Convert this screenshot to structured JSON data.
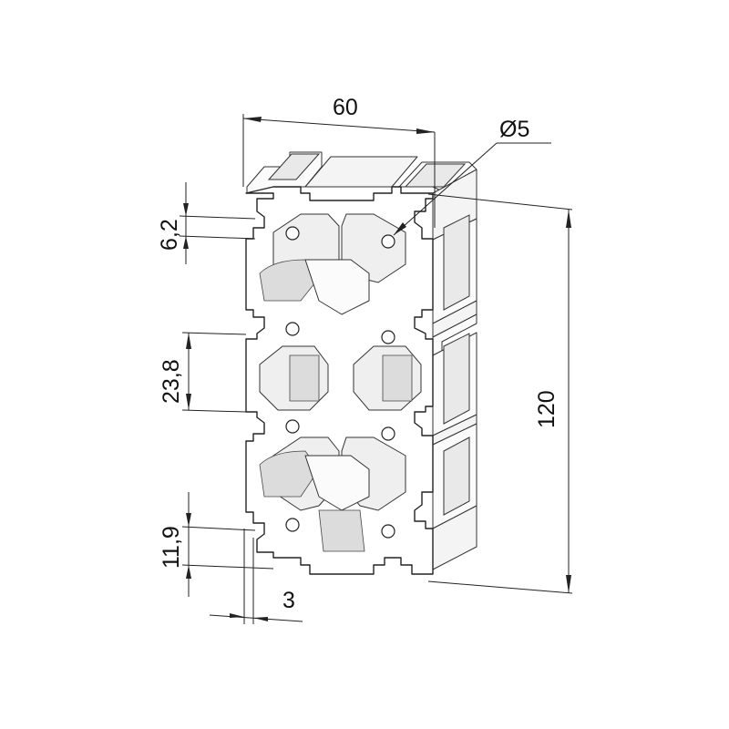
{
  "dimensions": {
    "width": "60",
    "height": "120",
    "hole_diameter": "Ø5",
    "slot_opening": "6,2",
    "slot_spacing": "23,8",
    "edge_offset": "11,9",
    "wall_thickness": "3"
  }
}
